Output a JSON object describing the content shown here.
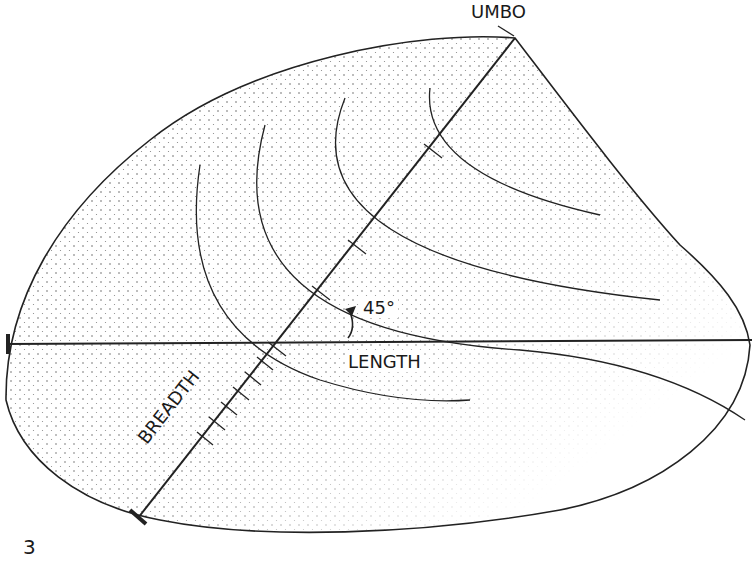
{
  "diagram": {
    "labels": [
      "UMBO",
      "45°",
      "LENGTH",
      "BREADTH",
      "3"
    ]
  }
}
